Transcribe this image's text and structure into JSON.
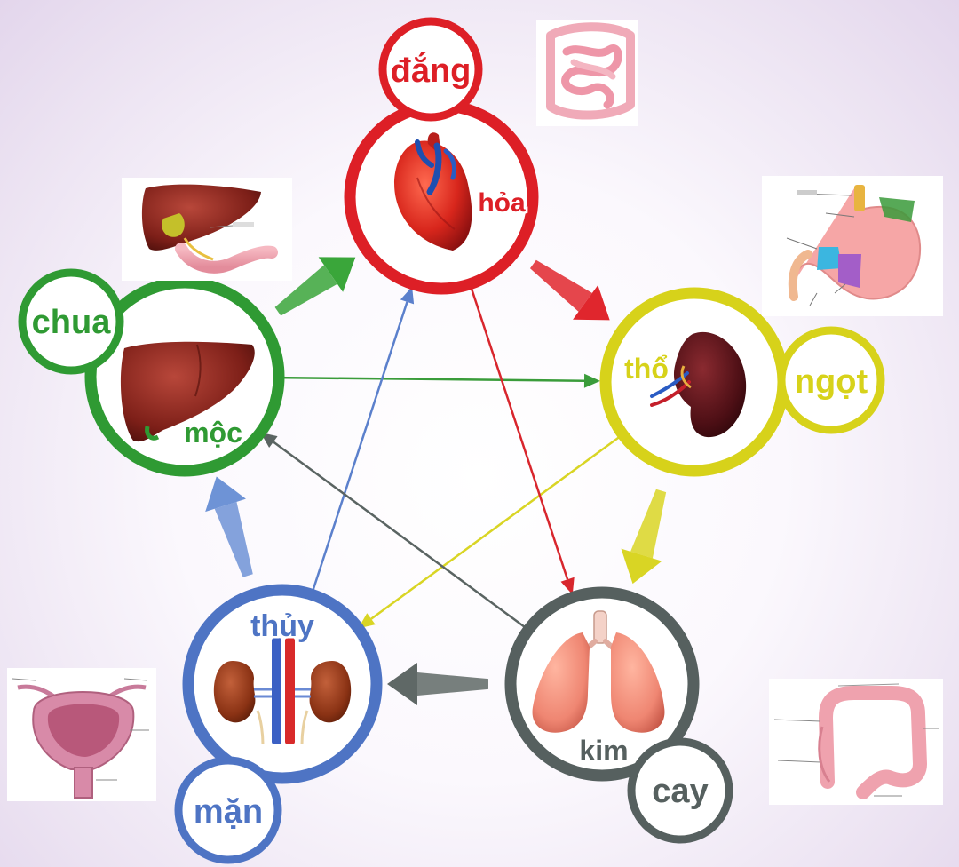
{
  "elements": [
    {
      "id": "hoa",
      "name": "hỏa",
      "taste": "đắng",
      "color": "#dd1f26",
      "organ": "heart"
    },
    {
      "id": "tho",
      "name": "thổ",
      "taste": "ngọt",
      "color": "#d7d21a",
      "organ": "spleen"
    },
    {
      "id": "kim",
      "name": "kim",
      "taste": "cay",
      "color": "#56605f",
      "organ": "lungs"
    },
    {
      "id": "thuy",
      "name": "thủy",
      "taste": "mặn",
      "color": "#4e74c4",
      "organ": "kidneys"
    },
    {
      "id": "moc",
      "name": "mộc",
      "taste": "chua",
      "color": "#2f9a33",
      "organ": "liver"
    }
  ],
  "generating_cycle": [
    {
      "from": "moc",
      "to": "hoa",
      "color": "#3aa63a"
    },
    {
      "from": "hoa",
      "to": "tho",
      "color": "#e0262d"
    },
    {
      "from": "tho",
      "to": "kim",
      "color": "#d9d524"
    },
    {
      "from": "kim",
      "to": "thuy",
      "color": "#5f6866"
    },
    {
      "from": "thuy",
      "to": "moc",
      "color": "#6e93d6"
    }
  ],
  "controlling_cycle": [
    {
      "from": "moc",
      "to": "tho",
      "color": "#3a9c3a"
    },
    {
      "from": "tho",
      "to": "thuy",
      "color": "#d9d524"
    },
    {
      "from": "thuy",
      "to": "hoa",
      "color": "#5b80cc"
    },
    {
      "from": "hoa",
      "to": "kim",
      "color": "#d8262d"
    },
    {
      "from": "kim",
      "to": "moc",
      "color": "#5a6462"
    }
  ],
  "paired_organs": [
    {
      "id": "small-intestine",
      "icon": "small-intestine-icon"
    },
    {
      "id": "gallbladder",
      "icon": "gallbladder-icon"
    },
    {
      "id": "stomach",
      "icon": "stomach-icon"
    },
    {
      "id": "bladder",
      "icon": "bladder-icon"
    },
    {
      "id": "large-intestine",
      "icon": "large-intestine-icon"
    }
  ]
}
